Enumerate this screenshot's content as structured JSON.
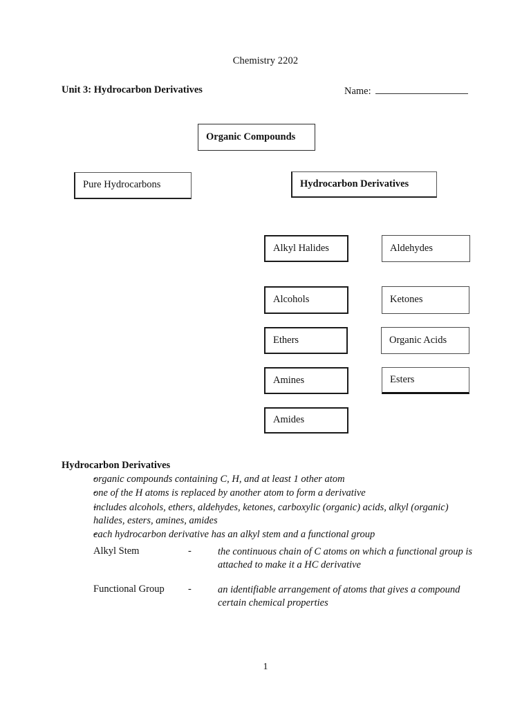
{
  "header": {
    "course_title": "Chemistry 2202",
    "unit_title": "Unit 3: Hydrocarbon Derivatives",
    "name_label": "Name:"
  },
  "flowchart": {
    "root": {
      "label": "Organic Compounds"
    },
    "branches": [
      {
        "label": "Pure Hydrocarbons"
      },
      {
        "label": "Hydrocarbon Derivatives"
      }
    ],
    "left_column": [
      {
        "label": "Alkyl Halides"
      },
      {
        "label": "Alcohols"
      },
      {
        "label": "Ethers"
      },
      {
        "label": "Amines"
      },
      {
        "label": "Amides"
      }
    ],
    "right_column": [
      {
        "label": "Aldehydes"
      },
      {
        "label": "Ketones"
      },
      {
        "label": "Organic Acids"
      },
      {
        "label": "Esters"
      }
    ]
  },
  "notes": {
    "heading": "Hydrocarbon Derivatives",
    "dash": "-",
    "bullets": [
      "organic compounds containing C, H, and at least 1 other atom",
      "one of the H atoms is replaced by another atom to form a derivative",
      "includes alcohols, ethers, aldehydes, ketones, carboxylic (organic) acids, alkyl (organic) halides, esters, amines, amides",
      "each hydrocarbon derivative has an alkyl stem and a functional group"
    ]
  },
  "definitions": [
    {
      "term": "Alkyl Stem",
      "dash": "-",
      "body": "the continuous chain of C atoms on which a functional group is attached to make it a HC derivative"
    },
    {
      "term": "Functional Group",
      "dash": "-",
      "body": "an identifiable arrangement of atoms that gives a compound certain chemical properties"
    }
  ],
  "footer": {
    "page_number": "1"
  }
}
